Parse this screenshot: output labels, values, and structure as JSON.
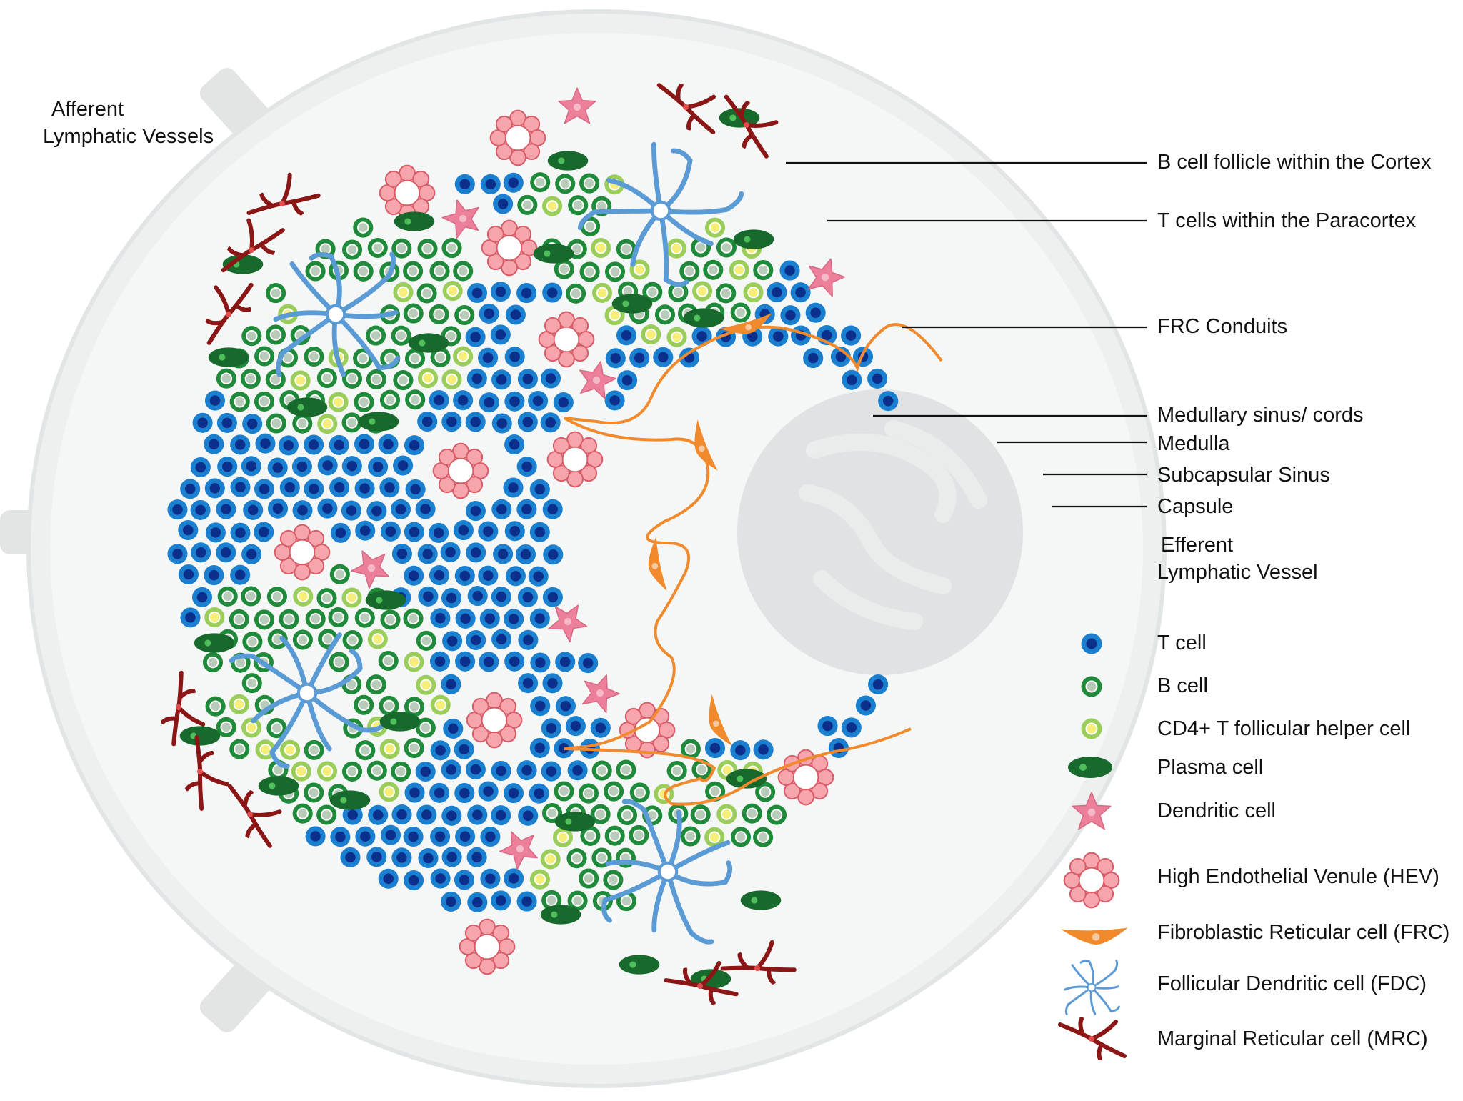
{
  "labels": {
    "afferent_line1": "Afferent",
    "afferent_line2": "Lymphatic Vessels",
    "b_follicle": "B cell follicle within the Cortex",
    "t_paracortex": "T cells within the Paracortex",
    "frc_conduits": "FRC Conduits",
    "medullary_sinus": "Medullary sinus/ cords",
    "medulla": "Medulla",
    "subcapsular_sinus": "Subcapsular Sinus",
    "capsule": "Capsule",
    "efferent_line1": "Efferent",
    "efferent_line2": "Lymphatic Vessel"
  },
  "legend": [
    {
      "icon": "t-cell-icon",
      "label": "T cell"
    },
    {
      "icon": "b-cell-icon",
      "label": "B cell"
    },
    {
      "icon": "tfh-cell-icon",
      "label": "CD4+ T follicular helper cell"
    },
    {
      "icon": "plasma-cell-icon",
      "label": "Plasma cell"
    },
    {
      "icon": "dendritic-cell-icon",
      "label": "Dendritic cell"
    },
    {
      "icon": "hev-icon",
      "label": "High Endothelial Venule (HEV)"
    },
    {
      "icon": "frc-icon",
      "label": "Fibroblastic Reticular cell (FRC)"
    },
    {
      "icon": "fdc-icon",
      "label": "Follicular Dendritic cell (FDC)"
    },
    {
      "icon": "mrc-icon",
      "label": "Marginal Reticular cell (MRC)"
    }
  ],
  "colors": {
    "t_cell": "#1b7fd0",
    "t_cell_nucleus": "#0d2f8c",
    "b_cell": "#1f8a3a",
    "b_cell_nucleus": "#b9ccb9",
    "tfh_cell": "#9acd5a",
    "tfh_nucleus": "#f6ee7a",
    "plasma_cell": "#17692c",
    "dendritic_cell": "#ec7f9a",
    "hev": "#e87c84",
    "frc": "#f08a2c",
    "fdc": "#5b9bd5",
    "mrc": "#8a1616",
    "capsule": "#e9ebeb",
    "medulla": "#dfe3e3"
  }
}
